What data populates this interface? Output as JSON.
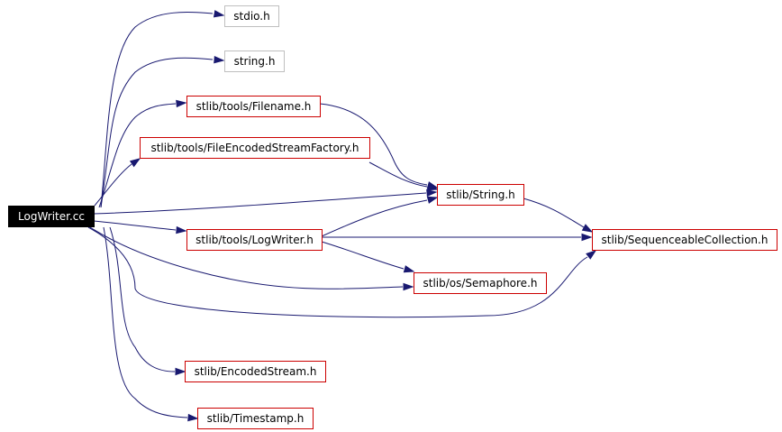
{
  "diagram": {
    "type": "include-dependency-graph",
    "colors": {
      "edge": "#191970",
      "root_fill": "#000000",
      "root_text": "#ffffff",
      "documented_border": "#cc0000",
      "undocumented_border": "#bfbfbf"
    },
    "nodes": [
      {
        "id": "root",
        "label": "LogWriter.cc",
        "kind": "root"
      },
      {
        "id": "stdio",
        "label": "stdio.h",
        "kind": "external"
      },
      {
        "id": "string",
        "label": "string.h",
        "kind": "external"
      },
      {
        "id": "filename",
        "label": "stlib/tools/Filename.h",
        "kind": "documented"
      },
      {
        "id": "fesf",
        "label": "stlib/tools/FileEncodedStreamFactory.h",
        "kind": "documented"
      },
      {
        "id": "strh",
        "label": "stlib/String.h",
        "kind": "documented"
      },
      {
        "id": "logw",
        "label": "stlib/tools/LogWriter.h",
        "kind": "documented"
      },
      {
        "id": "seqc",
        "label": "stlib/SequenceableCollection.h",
        "kind": "documented"
      },
      {
        "id": "sema",
        "label": "stlib/os/Semaphore.h",
        "kind": "documented"
      },
      {
        "id": "encs",
        "label": "stlib/EncodedStream.h",
        "kind": "documented"
      },
      {
        "id": "tstamp",
        "label": "stlib/Timestamp.h",
        "kind": "documented"
      }
    ],
    "edges": [
      {
        "from": "root",
        "to": "stdio"
      },
      {
        "from": "root",
        "to": "string"
      },
      {
        "from": "root",
        "to": "filename"
      },
      {
        "from": "root",
        "to": "fesf"
      },
      {
        "from": "root",
        "to": "strh"
      },
      {
        "from": "root",
        "to": "logw"
      },
      {
        "from": "root",
        "to": "sema"
      },
      {
        "from": "root",
        "to": "seqc"
      },
      {
        "from": "root",
        "to": "encs"
      },
      {
        "from": "root",
        "to": "tstamp"
      },
      {
        "from": "filename",
        "to": "strh"
      },
      {
        "from": "fesf",
        "to": "strh"
      },
      {
        "from": "logw",
        "to": "strh"
      },
      {
        "from": "logw",
        "to": "seqc"
      },
      {
        "from": "logw",
        "to": "sema"
      },
      {
        "from": "strh",
        "to": "seqc"
      }
    ]
  }
}
